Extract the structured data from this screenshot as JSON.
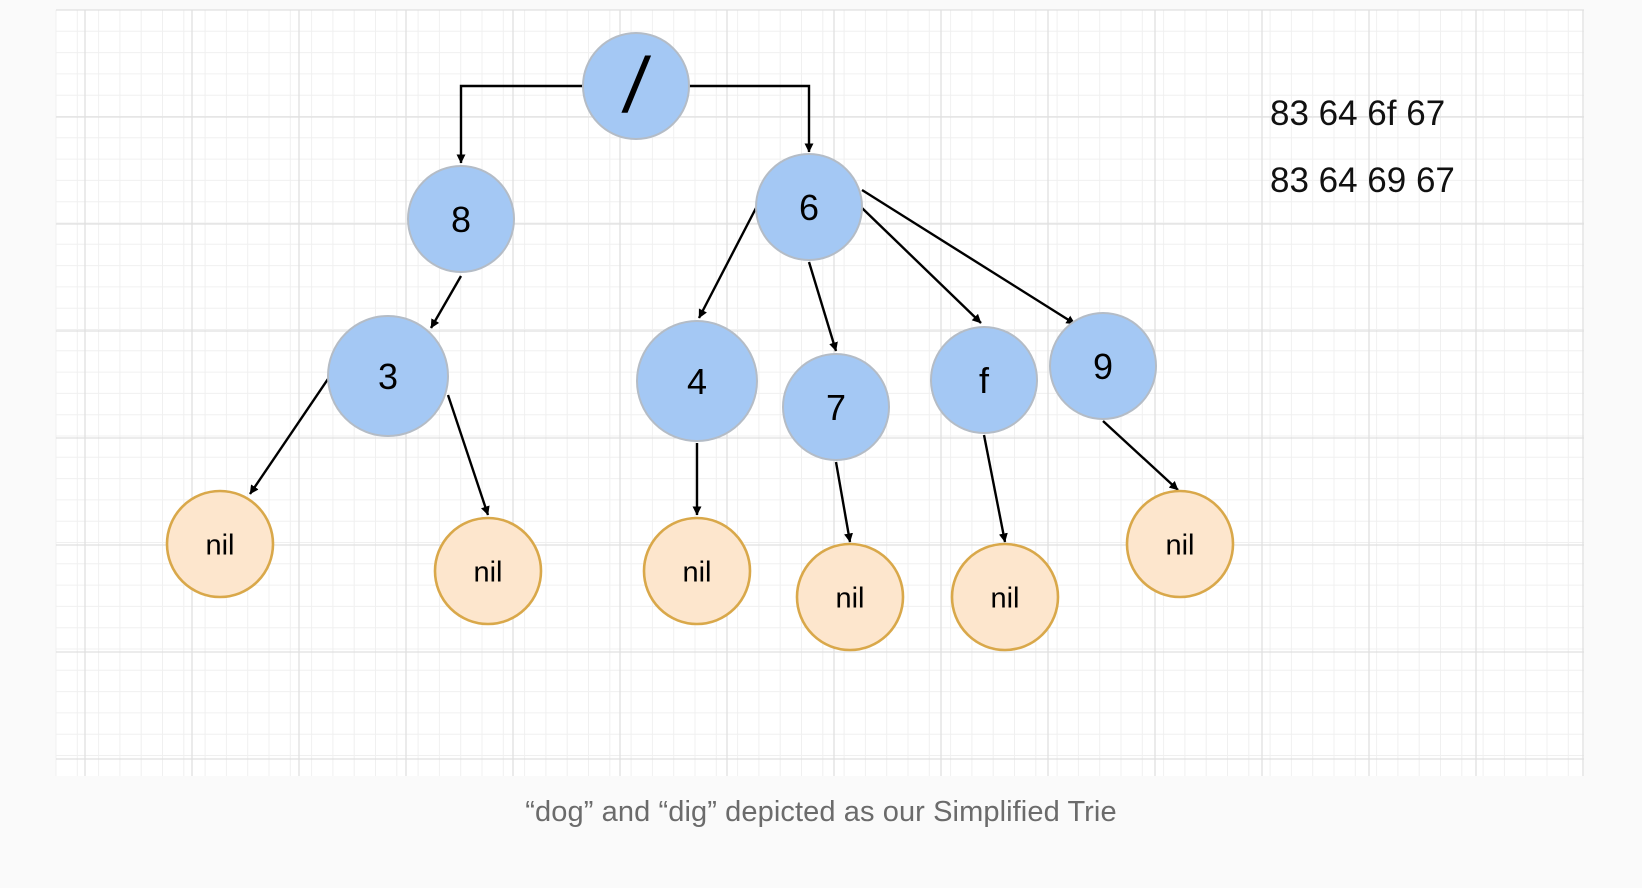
{
  "diagram": {
    "nodes": [
      {
        "id": "root",
        "label": "/",
        "kind": "internal"
      },
      {
        "id": "n8",
        "label": "8",
        "kind": "internal"
      },
      {
        "id": "n6",
        "label": "6",
        "kind": "internal"
      },
      {
        "id": "n3",
        "label": "3",
        "kind": "internal"
      },
      {
        "id": "n4",
        "label": "4",
        "kind": "internal"
      },
      {
        "id": "n7",
        "label": "7",
        "kind": "internal"
      },
      {
        "id": "nf",
        "label": "f",
        "kind": "internal"
      },
      {
        "id": "n9",
        "label": "9",
        "kind": "internal"
      },
      {
        "id": "nil1",
        "label": "nil",
        "kind": "leaf"
      },
      {
        "id": "nil2",
        "label": "nil",
        "kind": "leaf"
      },
      {
        "id": "nil3",
        "label": "nil",
        "kind": "leaf"
      },
      {
        "id": "nil4",
        "label": "nil",
        "kind": "leaf"
      },
      {
        "id": "nil5",
        "label": "nil",
        "kind": "leaf"
      },
      {
        "id": "nil6",
        "label": "nil",
        "kind": "leaf"
      }
    ],
    "edges": [
      {
        "from": "root",
        "to": "n8"
      },
      {
        "from": "root",
        "to": "n6"
      },
      {
        "from": "n8",
        "to": "n3"
      },
      {
        "from": "n6",
        "to": "n4"
      },
      {
        "from": "n6",
        "to": "n7"
      },
      {
        "from": "n6",
        "to": "nf"
      },
      {
        "from": "n6",
        "to": "n9"
      },
      {
        "from": "n3",
        "to": "nil1"
      },
      {
        "from": "n3",
        "to": "nil2"
      },
      {
        "from": "n4",
        "to": "nil3"
      },
      {
        "from": "n7",
        "to": "nil4"
      },
      {
        "from": "nf",
        "to": "nil5"
      },
      {
        "from": "n9",
        "to": "nil6"
      }
    ],
    "hex_lines": [
      "83 64 6f 67",
      "83 64 69 67"
    ],
    "colors": {
      "internal_fill": "#a4c8f4",
      "internal_stroke": "#b4bcc6",
      "leaf_fill": "#fde6cd",
      "leaf_stroke": "#d9a84a",
      "edge": "#000000",
      "grid_minor": "#f0f0f0",
      "grid_major": "#e0e0e0",
      "canvas": "#ffffff"
    }
  },
  "caption": "“dog” and “dig” depicted as our Simplified Trie"
}
